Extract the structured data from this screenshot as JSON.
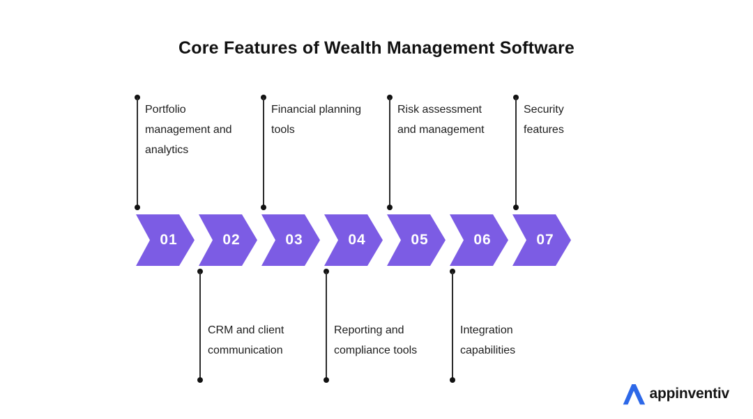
{
  "title": "Core Features of Wealth Management Software",
  "steps": [
    {
      "number": "01",
      "label": "Portfolio management and analytics",
      "label_position": "top"
    },
    {
      "number": "02",
      "label": "CRM and client communication",
      "label_position": "bottom"
    },
    {
      "number": "03",
      "label": "Financial planning tools",
      "label_position": "top"
    },
    {
      "number": "04",
      "label": "Reporting and compliance tools",
      "label_position": "bottom"
    },
    {
      "number": "05",
      "label": "Risk assessment and management",
      "label_position": "top"
    },
    {
      "number": "06",
      "label": "Integration capabilities",
      "label_position": "bottom"
    },
    {
      "number": "07",
      "label": "Security features",
      "label_position": "top"
    }
  ],
  "colors": {
    "arrow_purple": "#7c5ce4",
    "connector_line": "#2b2b2b",
    "connector_dot": "#111111",
    "title_text": "#111111",
    "label_text": "#1d1d1d",
    "step_number_text": "#ffffff",
    "logo_blue": "#2d68e8",
    "background": "#ffffff"
  },
  "footer": {
    "logo_text": "appinventiv",
    "logo_icon": "appinventiv-triangle-a-icon"
  }
}
